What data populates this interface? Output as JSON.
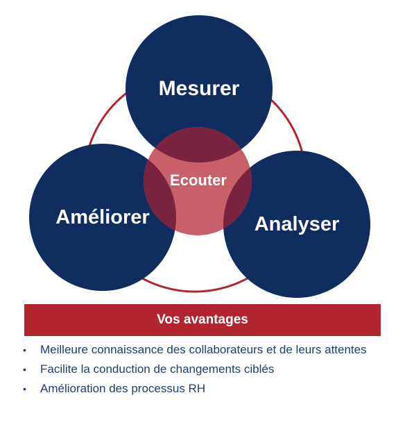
{
  "diagram": {
    "nodes": {
      "top": "Mesurer",
      "left": "Améliorer",
      "right": "Analyser",
      "center": "Ecouter"
    },
    "colors": {
      "navy": "#0f2d5e",
      "center_fill": "#c8606a",
      "ring": "#b0252e"
    }
  },
  "benefits": {
    "title": "Vos avantages",
    "items": [
      "Meilleure connaissance des collaborateurs et de leurs attentes",
      "Facilite la conduction de changements ciblés",
      "Amélioration des processus RH"
    ]
  }
}
